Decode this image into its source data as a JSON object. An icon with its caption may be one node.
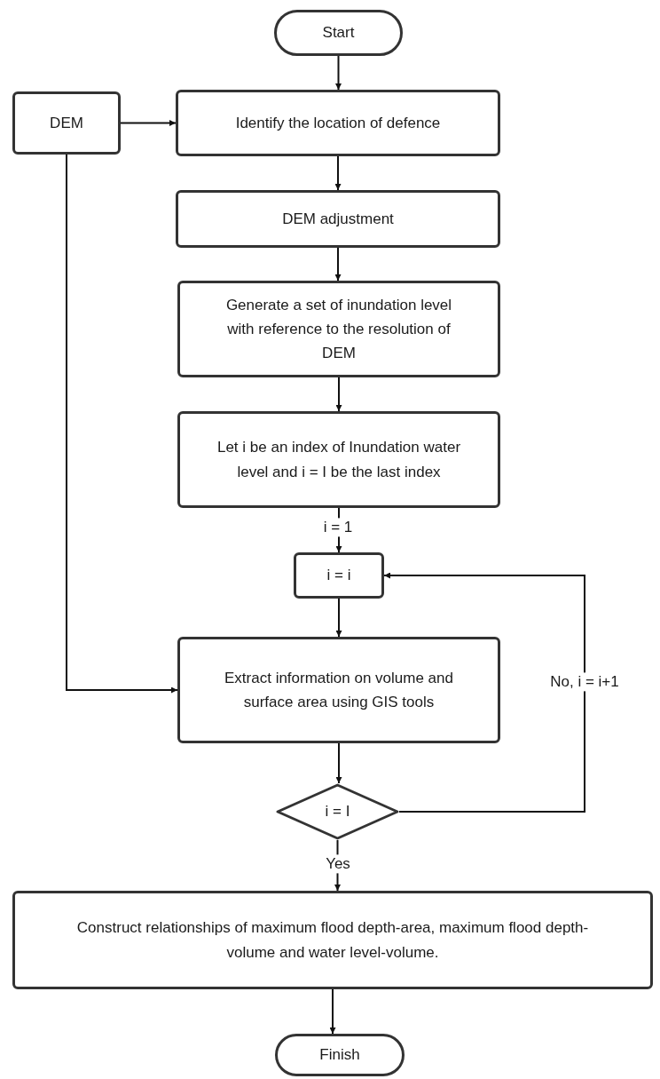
{
  "diagram": {
    "nodes": [
      {
        "text": [
          "Start"
        ]
      },
      {
        "text": [
          "DEM"
        ]
      },
      {
        "text": [
          "Identify the location of defence"
        ]
      },
      {
        "text": [
          "DEM adjustment"
        ]
      },
      {
        "text": [
          "Generate a set of inundation level with reference to the resolution of DEM"
        ]
      },
      {
        "text": [
          "Let i be an index of Inundation water level and i = I be the last index"
        ]
      },
      {
        "text": [
          "i = i"
        ]
      },
      {
        "text": [
          "Extract information on volume and surface area using GIS tools"
        ]
      },
      {
        "text": [
          "i = I"
        ]
      },
      {
        "text": [
          "Construct relationships of maximum flood depth-area, maximum flood depth- volume and water level-volume."
        ]
      },
      {
        "text": [
          "Finish"
        ]
      }
    ],
    "edges": [
      {
        "from": 0,
        "to": 2,
        "arrow": "to"
      },
      {
        "from": 1,
        "to": 2,
        "arrow": "to"
      },
      {
        "from": 2,
        "to": 3,
        "arrow": "to"
      },
      {
        "from": 3,
        "to": 4,
        "arrow": "to"
      },
      {
        "from": 4,
        "to": 5,
        "arrow": "to"
      },
      {
        "from": 5,
        "to": 6,
        "arrow": "to",
        "label": "i = 1"
      },
      {
        "from": 6,
        "to": 7,
        "arrow": "to"
      },
      {
        "from": 1,
        "to": 7,
        "arrow": "to"
      },
      {
        "from": 7,
        "to": 8,
        "arrow": "to"
      },
      {
        "from": 8,
        "to": 6,
        "arrow": "to",
        "label": "No, i = i+1"
      },
      {
        "from": 8,
        "to": 9,
        "arrow": "to",
        "label": "Yes"
      },
      {
        "from": 9,
        "to": 10,
        "arrow": "to"
      }
    ]
  }
}
